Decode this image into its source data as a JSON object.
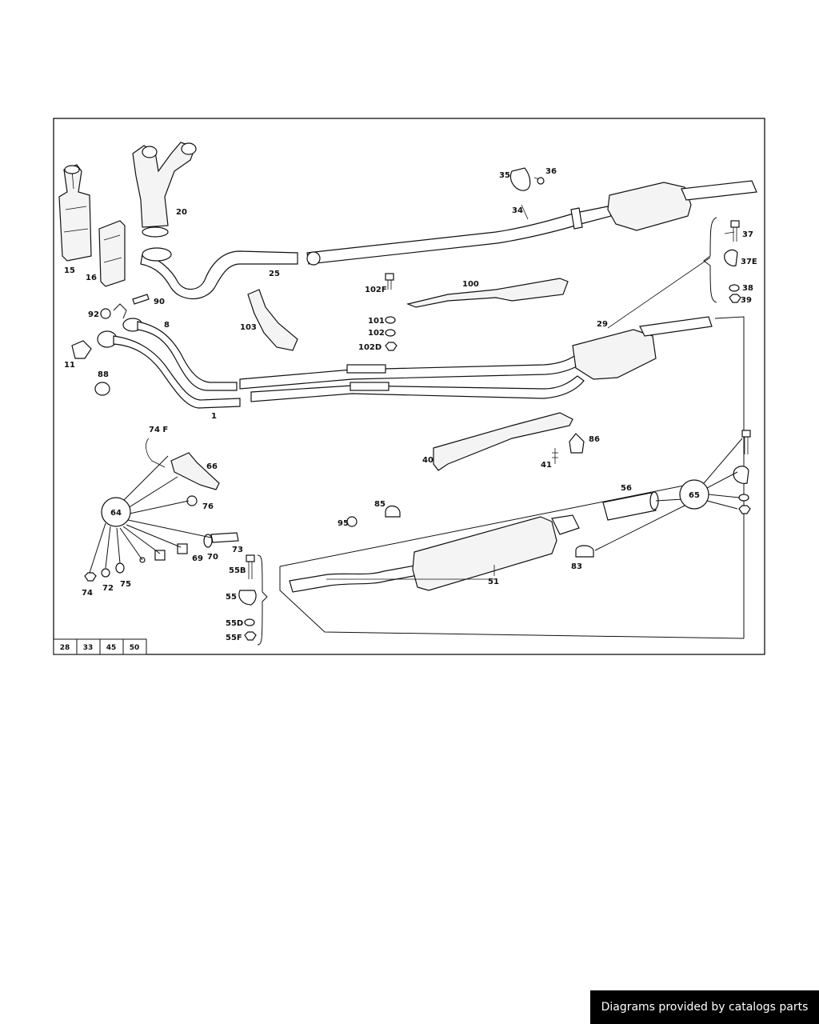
{
  "part_labels": {
    "p1": "1",
    "p8": "8",
    "p11": "11",
    "p15": "15",
    "p16": "16",
    "p20": "20",
    "p25": "25",
    "p29": "29",
    "p34": "34",
    "p35": "35",
    "p36": "36",
    "p37": "37",
    "p37E": "37E",
    "p38": "38",
    "p39": "39",
    "p40": "40",
    "p41": "41",
    "p51": "51",
    "p55": "55",
    "p55B": "55B",
    "p55D": "55D",
    "p55F": "55F",
    "p56": "56",
    "p64": "64",
    "p65": "65",
    "p66": "66",
    "p69": "69",
    "p70": "70",
    "p72": "72",
    "p73": "73",
    "p74": "74",
    "p74F": "74 F",
    "p75": "75",
    "p76": "76",
    "p83": "83",
    "p85": "85",
    "p86": "86",
    "p88": "88",
    "p90": "90",
    "p92": "92",
    "p95": "95",
    "p100": "100",
    "p101": "101",
    "p102": "102",
    "p102D": "102D",
    "p102F": "102F",
    "p103": "103"
  },
  "figure_tabs": [
    "28",
    "33",
    "45",
    "50"
  ],
  "credit": "Diagrams provided by catalogs parts"
}
